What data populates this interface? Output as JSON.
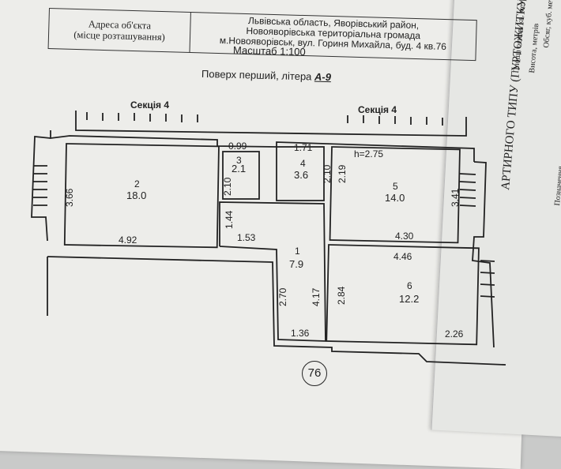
{
  "address_table": {
    "label_line1": "Адреса об'єкта",
    "label_line2": "(місце розташування)",
    "value_line1": "Львівська область,  Яворівський район,",
    "value_line2": "Новояворівська територіальна громада",
    "value_line3": "м.Новояворівськ, вул. Гориня Михайла, буд. 4 кв.76"
  },
  "scale": "Масштаб 1:100",
  "floor_prefix": "Поверх перший, літера ",
  "floor_letter": "А-9",
  "sections": [
    "Секція 4",
    "Секція 4"
  ],
  "height_note": "h=2.75",
  "rooms": [
    {
      "num": "1",
      "area": "7.9"
    },
    {
      "num": "2",
      "area": "18.0"
    },
    {
      "num": "3",
      "area": "2.1"
    },
    {
      "num": "4",
      "area": "3.6"
    },
    {
      "num": "5",
      "area": "14.0"
    },
    {
      "num": "6",
      "area": "12.2"
    }
  ],
  "dimensions": [
    "3.66",
    "4.92",
    "0.99",
    "2.10",
    "1.71",
    "2.10",
    "2.19",
    "1.44",
    "1.53",
    "4.30",
    "3.41",
    "4.46",
    "2.70",
    "4.17",
    "2.84",
    "1.36",
    "2.26"
  ],
  "apartment_number": "76",
  "side_sheet": {
    "vertical_title": "АРТИРНОГО ТИПУ (ГУРТОЖИТКУ)",
    "col1": "Площа основ. кв. метрів",
    "col2": "Висота, метрів",
    "col3": "Обсяг, куб. метрів",
    "col4": "Позначення"
  }
}
